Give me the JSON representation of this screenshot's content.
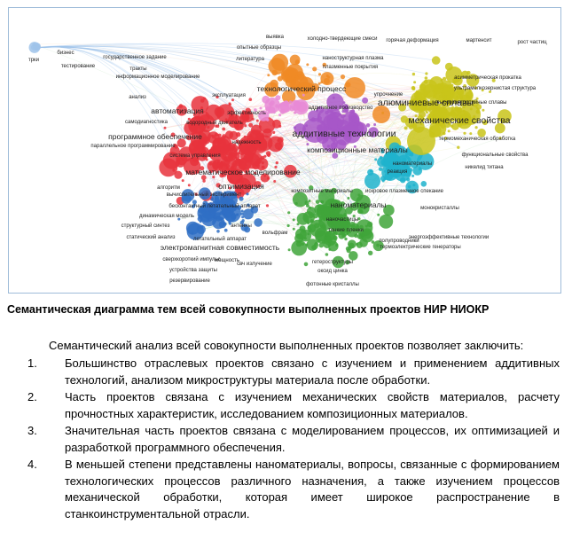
{
  "caption": "Семантическая диаграмма тем всей совокупности выполненных проектов НИР НИОКР",
  "intro": "Семантический анализ всей совокупности выполненных проектов позволяет заключить:",
  "points": [
    {
      "num": "1.",
      "text": "Большинство отраслевых проектов связано с изучением и применением аддитивных технологий, анализом микроструктуры материала после обработки."
    },
    {
      "num": "2.",
      "text": "Часть проектов связана с изучением механических свойств материалов, расчету прочностных характеристик, исследованием композиционных материалов."
    },
    {
      "num": "3.",
      "text": "Значительная часть проектов связана с моделированием процессов, их оптимизацией и разработкой программного обеспечения."
    },
    {
      "num": "4.",
      "text": "В меньшей степени представлены наноматериалы, вопросы, связанные с формированием технологических процессов различного назначения, а также изучением процессов механической обработки, которая имеет широкое распространение в станкоинструментальной отрасли."
    }
  ],
  "map": {
    "clusters": [
      {
        "id": "red",
        "color": "#e8323c"
      },
      {
        "id": "yellow",
        "color": "#c9c41a"
      },
      {
        "id": "purple",
        "color": "#a757c8"
      },
      {
        "id": "green",
        "color": "#3fa53a"
      },
      {
        "id": "blue",
        "color": "#2f6fc4"
      },
      {
        "id": "cyan",
        "color": "#20b3cc"
      },
      {
        "id": "orange",
        "color": "#f08a24"
      },
      {
        "id": "pink",
        "color": "#e88ad6"
      },
      {
        "id": "lightblue",
        "color": "#9fc3ea"
      }
    ],
    "labels": [
      {
        "text": "выявка",
        "size": "small"
      },
      {
        "text": "холодно-твердеющие смеси",
        "size": "small"
      },
      {
        "text": "горячая деформация",
        "size": "small"
      },
      {
        "text": "мартенсит",
        "size": "small"
      },
      {
        "text": "рост частиц",
        "size": "small"
      },
      {
        "text": "трки",
        "size": "small"
      },
      {
        "text": "бизнес",
        "size": "small"
      },
      {
        "text": "тестирование",
        "size": "small"
      },
      {
        "text": "государственное задание",
        "size": "small"
      },
      {
        "text": "тракты",
        "size": "small"
      },
      {
        "text": "информационное моделирование",
        "size": "small"
      },
      {
        "text": "опытные образцы",
        "size": "small"
      },
      {
        "text": "литература",
        "size": "small"
      },
      {
        "text": "технологический процесс",
        "size": "medium"
      },
      {
        "text": "наноструктурная плазма",
        "size": "small"
      },
      {
        "text": "плазменные покрытия",
        "size": "small"
      },
      {
        "text": "асимметрическая прокатка",
        "size": "small"
      },
      {
        "text": "ультрамелкозернистая структура",
        "size": "small"
      },
      {
        "text": "анализ",
        "size": "small"
      },
      {
        "text": "эксплуатация",
        "size": "small"
      },
      {
        "text": "упрочнение",
        "size": "small"
      },
      {
        "text": "алюминиевые сплавы",
        "size": "large"
      },
      {
        "text": "высокоэнтропийные сплавы",
        "size": "small"
      },
      {
        "text": "автоматизация",
        "size": "medium"
      },
      {
        "text": "эффективность",
        "size": "small"
      },
      {
        "text": "аддитивное производство",
        "size": "small"
      },
      {
        "text": "механические свойства",
        "size": "large"
      },
      {
        "text": "самодиагностика",
        "size": "small"
      },
      {
        "text": "водородный двигатель",
        "size": "small"
      },
      {
        "text": "программное обеспечение",
        "size": "medium"
      },
      {
        "text": "надежность",
        "size": "small"
      },
      {
        "text": "аддитивные технологии",
        "size": "large"
      },
      {
        "text": "термомеханическая обработка",
        "size": "small"
      },
      {
        "text": "параллельное программирование",
        "size": "small"
      },
      {
        "text": "композиционные материалы",
        "size": "medium"
      },
      {
        "text": "функциональные свойства",
        "size": "small"
      },
      {
        "text": "система управления",
        "size": "small"
      },
      {
        "text": "наноматериалы",
        "size": "small"
      },
      {
        "text": "никелид титана",
        "size": "small"
      },
      {
        "text": "математическое моделирование",
        "size": "medium"
      },
      {
        "text": "реакция",
        "size": "small"
      },
      {
        "text": "оптимизация",
        "size": "medium"
      },
      {
        "text": "искровое плазменное спекание",
        "size": "small"
      },
      {
        "text": "алгоритм",
        "size": "small"
      },
      {
        "text": "композитные материалы",
        "size": "small"
      },
      {
        "text": "вычислительный эксперимент",
        "size": "small"
      },
      {
        "text": "бесконтактный летательный аппарат",
        "size": "small"
      },
      {
        "text": "наноматериалы",
        "size": "medium"
      },
      {
        "text": "монокристаллы",
        "size": "small"
      },
      {
        "text": "динамическая модель",
        "size": "small"
      },
      {
        "text": "наночастицы",
        "size": "small"
      },
      {
        "text": "структурный синтез",
        "size": "small"
      },
      {
        "text": "антенны",
        "size": "small"
      },
      {
        "text": "тонкие пленки",
        "size": "small"
      },
      {
        "text": "вольфрам",
        "size": "small"
      },
      {
        "text": "статический анализ",
        "size": "small"
      },
      {
        "text": "летательный аппарат",
        "size": "small"
      },
      {
        "text": "энергоэффективные технологии",
        "size": "small"
      },
      {
        "text": "полупроводники",
        "size": "small"
      },
      {
        "text": "электромагнитная совместимость",
        "size": "medium"
      },
      {
        "text": "термоэлектрические генераторы",
        "size": "small"
      },
      {
        "text": "мощность",
        "size": "small"
      },
      {
        "text": "сверхкороткий импульс",
        "size": "small"
      },
      {
        "text": "свч излучение",
        "size": "small"
      },
      {
        "text": "гетероструктуры",
        "size": "small"
      },
      {
        "text": "устройства защиты",
        "size": "small"
      },
      {
        "text": "оксид цинка",
        "size": "small"
      },
      {
        "text": "резервирование",
        "size": "small"
      },
      {
        "text": "фотонные кристаллы",
        "size": "small"
      }
    ]
  }
}
